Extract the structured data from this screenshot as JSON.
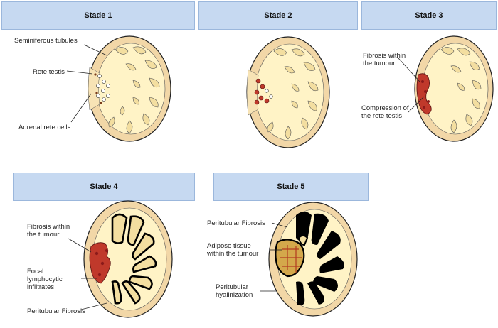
{
  "colors": {
    "header_fill": "#c6d9f1",
    "capsule": "#f2d7a7",
    "tubule": "#fff3c6",
    "tubule_lumen": "#eedc86",
    "lesion_red": "#c0392b",
    "fibrosis_black": "#000000",
    "adipose": "#d4a84b"
  },
  "panels": [
    {
      "title": "Stade 1",
      "labels": [
        "Seminiferous tubules",
        "Rete testis",
        "Adrenal rete cells"
      ]
    },
    {
      "title": "Stade 2",
      "labels": []
    },
    {
      "title": "Stade 3",
      "labels": [
        "Fibrosis within\nthe tumour",
        "Compression of\nthe rete testis"
      ]
    },
    {
      "title": "Stade 4",
      "labels": [
        "Fibrosis within\nthe tumour",
        "Focal\nlymphocytic\ninfiltrates",
        "Peritubular Fibrosis"
      ]
    },
    {
      "title": "Stade 5",
      "labels": [
        "Peritubular Fibrosis",
        "Adipose tissue\nwithin the tumour",
        "Peritubular\nhyalinization"
      ]
    }
  ]
}
